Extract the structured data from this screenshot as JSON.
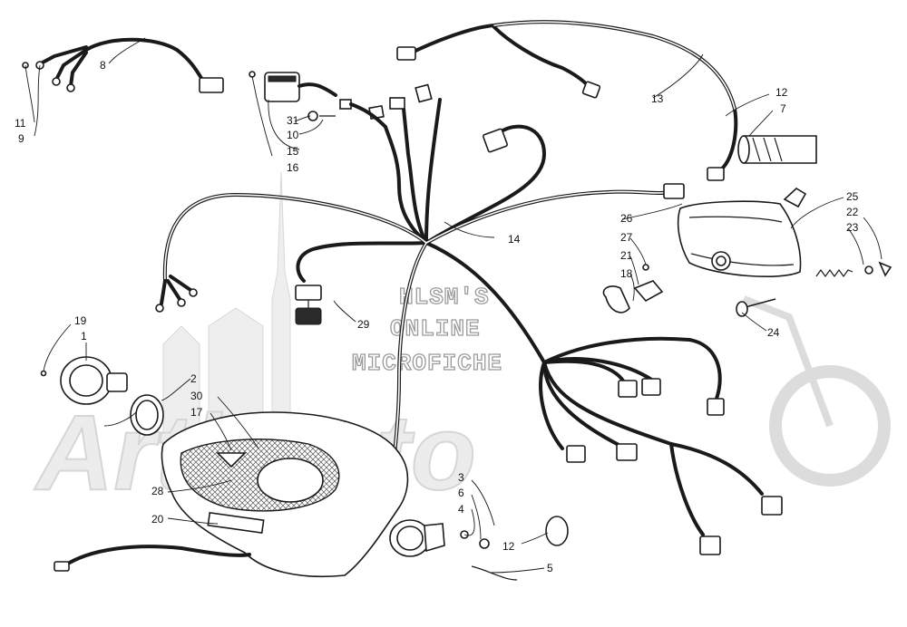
{
  "watermark": {
    "lines": [
      "HLSM'S",
      "ONLINE",
      "MICROFICHE"
    ],
    "logo": "ArtiMoto"
  },
  "callouts": [
    {
      "id": "c8",
      "text": "8"
    },
    {
      "id": "c11",
      "text": "11"
    },
    {
      "id": "c9",
      "text": "9"
    },
    {
      "id": "c31",
      "text": "31"
    },
    {
      "id": "c10",
      "text": "10"
    },
    {
      "id": "c15",
      "text": "15"
    },
    {
      "id": "c16",
      "text": "16"
    },
    {
      "id": "c13",
      "text": "13"
    },
    {
      "id": "c12a",
      "text": "12"
    },
    {
      "id": "c7",
      "text": "7"
    },
    {
      "id": "c14",
      "text": "14"
    },
    {
      "id": "c25",
      "text": "25"
    },
    {
      "id": "c26",
      "text": "26"
    },
    {
      "id": "c22",
      "text": "22"
    },
    {
      "id": "c23",
      "text": "23"
    },
    {
      "id": "c27",
      "text": "27"
    },
    {
      "id": "c21",
      "text": "21"
    },
    {
      "id": "c18",
      "text": "18"
    },
    {
      "id": "c24",
      "text": "24"
    },
    {
      "id": "c29",
      "text": "29"
    },
    {
      "id": "c19",
      "text": "19"
    },
    {
      "id": "c1",
      "text": "1"
    },
    {
      "id": "c2",
      "text": "2"
    },
    {
      "id": "c30",
      "text": "30"
    },
    {
      "id": "c17",
      "text": "17"
    },
    {
      "id": "c28",
      "text": "28"
    },
    {
      "id": "c20",
      "text": "20"
    },
    {
      "id": "c3",
      "text": "3"
    },
    {
      "id": "c6",
      "text": "6"
    },
    {
      "id": "c4",
      "text": "4"
    },
    {
      "id": "c12b",
      "text": "12"
    },
    {
      "id": "c5",
      "text": "5"
    }
  ]
}
